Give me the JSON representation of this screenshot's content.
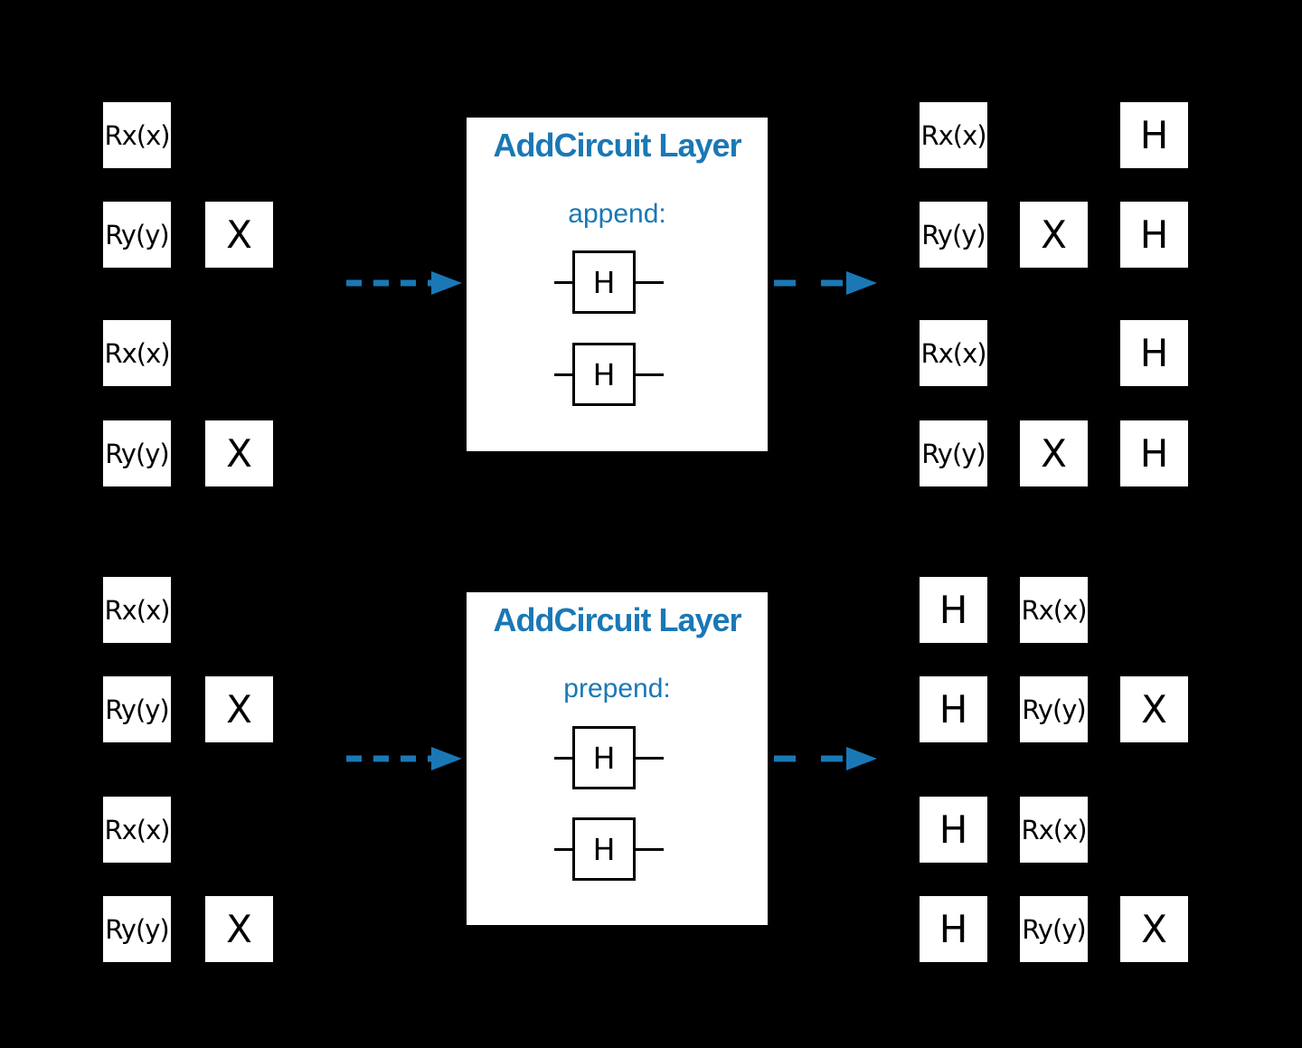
{
  "colors": {
    "background": "#000000",
    "accent_blue": "#1a78b6",
    "panel_background": "#ffffff",
    "gate_background": "#ffffff",
    "gate_text": "#000000"
  },
  "flows": {
    "append": {
      "input": {
        "gates": [
          "Rx(x)",
          "Ry(y)",
          "X",
          "Rx(x)",
          "Ry(y)",
          "X"
        ]
      },
      "panel": {
        "title": "AddCircuit Layer",
        "mode": "append:",
        "gates": [
          "H",
          "H"
        ]
      },
      "output": {
        "gates": [
          "Rx(x)",
          "H",
          "Ry(y)",
          "X",
          "H",
          "Rx(x)",
          "H",
          "Ry(y)",
          "X",
          "H"
        ]
      }
    },
    "prepend": {
      "input": {
        "gates": [
          "Rx(x)",
          "Ry(y)",
          "X",
          "Rx(x)",
          "Ry(y)",
          "X"
        ]
      },
      "panel": {
        "title": "AddCircuit Layer",
        "mode": "prepend:",
        "gates": [
          "H",
          "H"
        ]
      },
      "output": {
        "gates": [
          "H",
          "Rx(x)",
          "H",
          "Ry(y)",
          "X",
          "H",
          "Rx(x)",
          "H",
          "Ry(y)",
          "X"
        ]
      }
    }
  }
}
